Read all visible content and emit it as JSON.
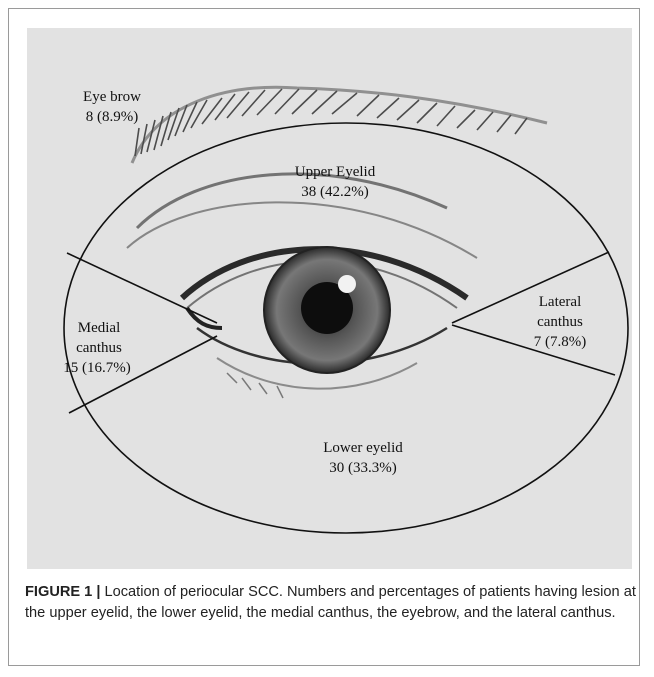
{
  "regions": {
    "eye_brow": {
      "name": "Eye brow",
      "value": "8 (8.9%)"
    },
    "upper_eyelid": {
      "name": "Upper Eyelid",
      "value": "38 (42.2%)"
    },
    "medial_canthus": {
      "name_line1": "Medial",
      "name_line2": "canthus",
      "value": "15 (16.7%)"
    },
    "lateral_canthus": {
      "name_line1": "Lateral",
      "name_line2": "canthus",
      "value": "7 (7.8%)"
    },
    "lower_eyelid": {
      "name": "Lower eyelid",
      "value": "30 (33.3%)"
    }
  },
  "caption": {
    "label": "FIGURE 1 |",
    "text": " Location of periocular SCC. Numbers and percentages of patients having lesion at the upper eyelid, the lower eyelid, the medial canthus, the eyebrow, and the lateral canthus."
  },
  "colors": {
    "background": "#e2e2e2",
    "ink": "#111111"
  }
}
